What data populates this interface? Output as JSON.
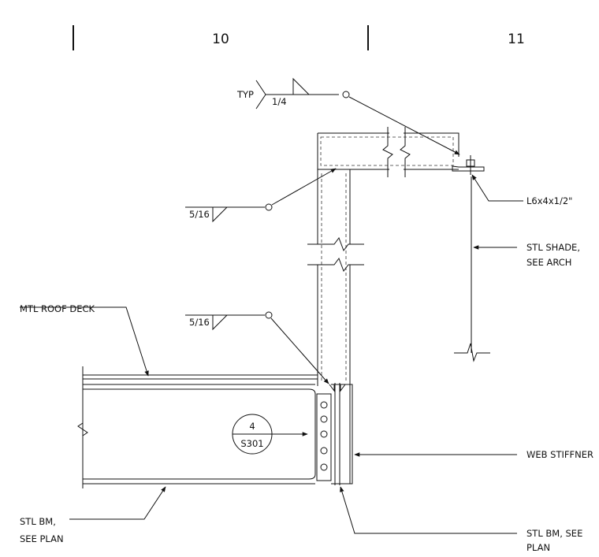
{
  "grid": {
    "line_a": "10",
    "line_b": "11"
  },
  "weld_symbols": {
    "typ_note": "TYP",
    "size_top": "1/4",
    "size_mid": "5/16",
    "size_low": "5/16"
  },
  "callouts": {
    "angle": "L6x4x1/2\"",
    "shade_line1": "STL SHADE,",
    "shade_line2": "SEE ARCH",
    "roof_deck": "MTL ROOF DECK",
    "web_stiffener": "WEB STIFFNER",
    "beam_left_line1": "STL BM,",
    "beam_left_line2": "SEE PLAN",
    "beam_right_line1": "STL BM, SEE",
    "beam_right_line2": "PLAN"
  },
  "section_bubble": {
    "number": "4",
    "sheet": "S301"
  }
}
